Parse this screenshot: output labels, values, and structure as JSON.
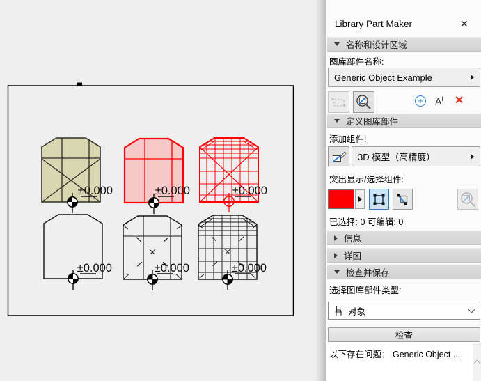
{
  "panel": {
    "title": "Library Part Maker",
    "name_section": "名称和设计区域",
    "name_label": "图库部件名称:",
    "name_value": "Generic Object Example",
    "define_section": "定义图库部件",
    "add_label": "添加组件:",
    "component_value": "3D 模型（高精度）",
    "highlight_label": "突出显示/选择组件:",
    "selection_status": "已选择: 0 可编辑: 0",
    "info_section": "信息",
    "detail_section": "详图",
    "check_section": "检查并保存",
    "type_label": "选择图库部件类型:",
    "type_value": "对象",
    "check_button": "检查",
    "issues_text": "以下存在问题： Generic Object ...",
    "icons": {
      "close": "✕",
      "plus": "+",
      "font": "A",
      "font_sup": "I",
      "delete": "✕"
    },
    "colors": {
      "highlight": "#ff0000",
      "accent_blue": "#2e7fd4",
      "delete_red": "#e2321b",
      "symbol_fill": "#d9d6b2"
    }
  },
  "drawing": {
    "labels": [
      "±0.000",
      "±0.000",
      "±0.000",
      "±0.000",
      "±0.000",
      "±0.000"
    ]
  }
}
